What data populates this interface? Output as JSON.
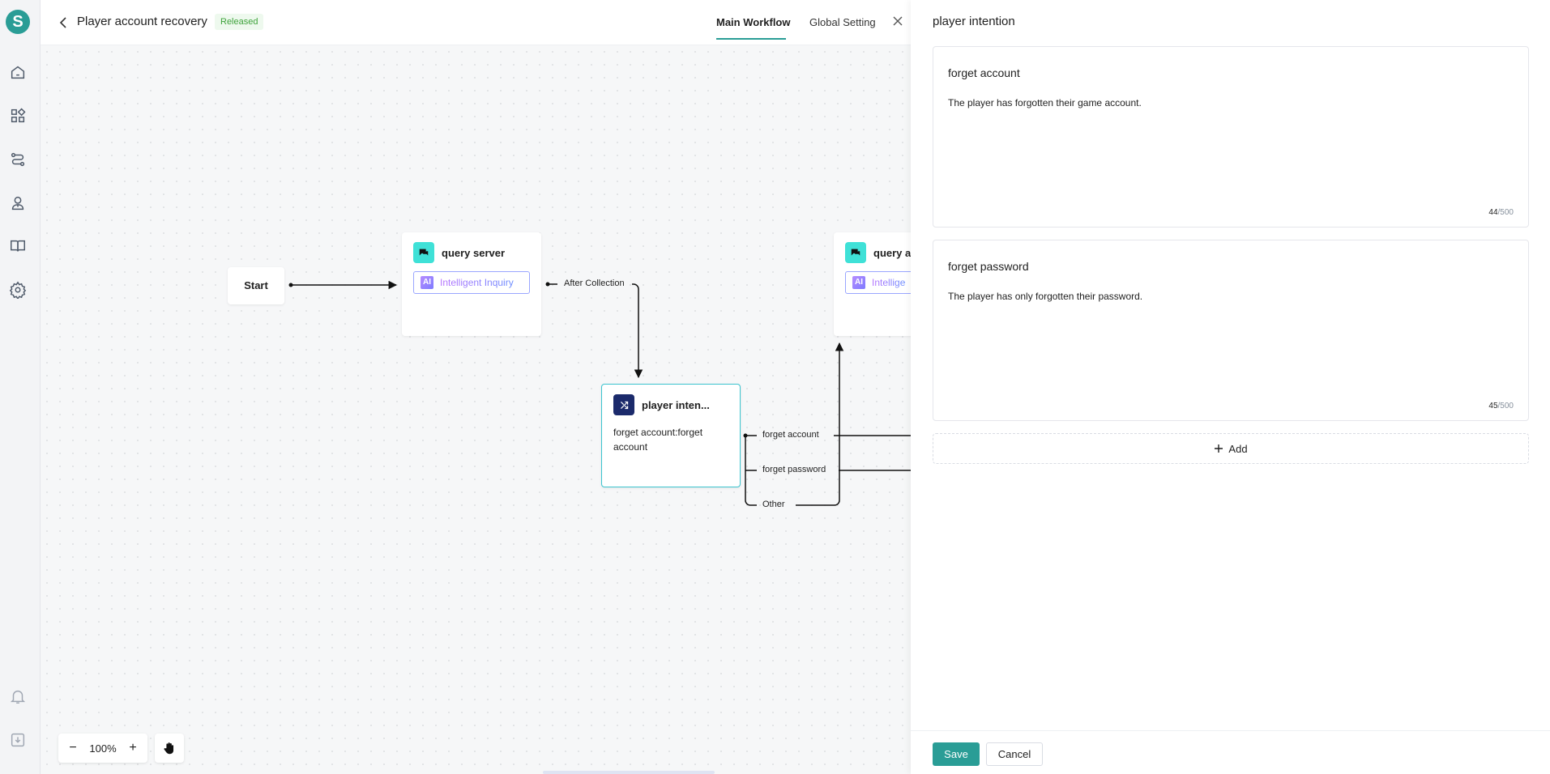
{
  "app": {
    "logo_letter": "S"
  },
  "sidebar": {
    "items": [
      {
        "icon": "home-icon"
      },
      {
        "icon": "apps-icon"
      },
      {
        "icon": "workflow-icon"
      },
      {
        "icon": "agent-icon"
      },
      {
        "icon": "book-icon"
      },
      {
        "icon": "gear-icon"
      }
    ],
    "bottom_items": [
      {
        "icon": "bell-icon"
      },
      {
        "icon": "download-icon"
      }
    ]
  },
  "header": {
    "title": "Player account recovery",
    "status": "Released",
    "tabs": [
      {
        "label": "Main Workflow",
        "active": true
      },
      {
        "label": "Global Setting",
        "active": false
      }
    ]
  },
  "canvas": {
    "nodes": {
      "start": {
        "label": "Start"
      },
      "query_server": {
        "title": "query server",
        "tag_badge": "AI",
        "tag_label": "Intelligent Inquiry"
      },
      "query_a": {
        "title": "query a",
        "tag_badge": "AI",
        "tag_label": "Intellige"
      },
      "player_intent": {
        "title": "player inten...",
        "body": "forget account:forget account"
      }
    },
    "edge_labels": {
      "after_collection": "After Collection",
      "forget_account": "forget account",
      "forget_password": "forget password",
      "other": "Other"
    },
    "zoom": {
      "value": "100%",
      "minus": "−",
      "plus": "+"
    }
  },
  "drawer": {
    "title": "player intention",
    "intents": [
      {
        "name": "forget account",
        "description": "The player has forgotten their game account.",
        "count": "44",
        "max": "/500"
      },
      {
        "name": "forget password",
        "description": "The player has only forgotten their password.",
        "count": "45",
        "max": "/500"
      }
    ],
    "add_label": "Add",
    "save_label": "Save",
    "cancel_label": "Cancel"
  },
  "colors": {
    "accent": "#2a9d96",
    "released": "#3da23a",
    "node_icon_teal": "#3fe1d7",
    "node_icon_navy": "#1b2a6b",
    "selected_border": "#3cc4cf"
  }
}
